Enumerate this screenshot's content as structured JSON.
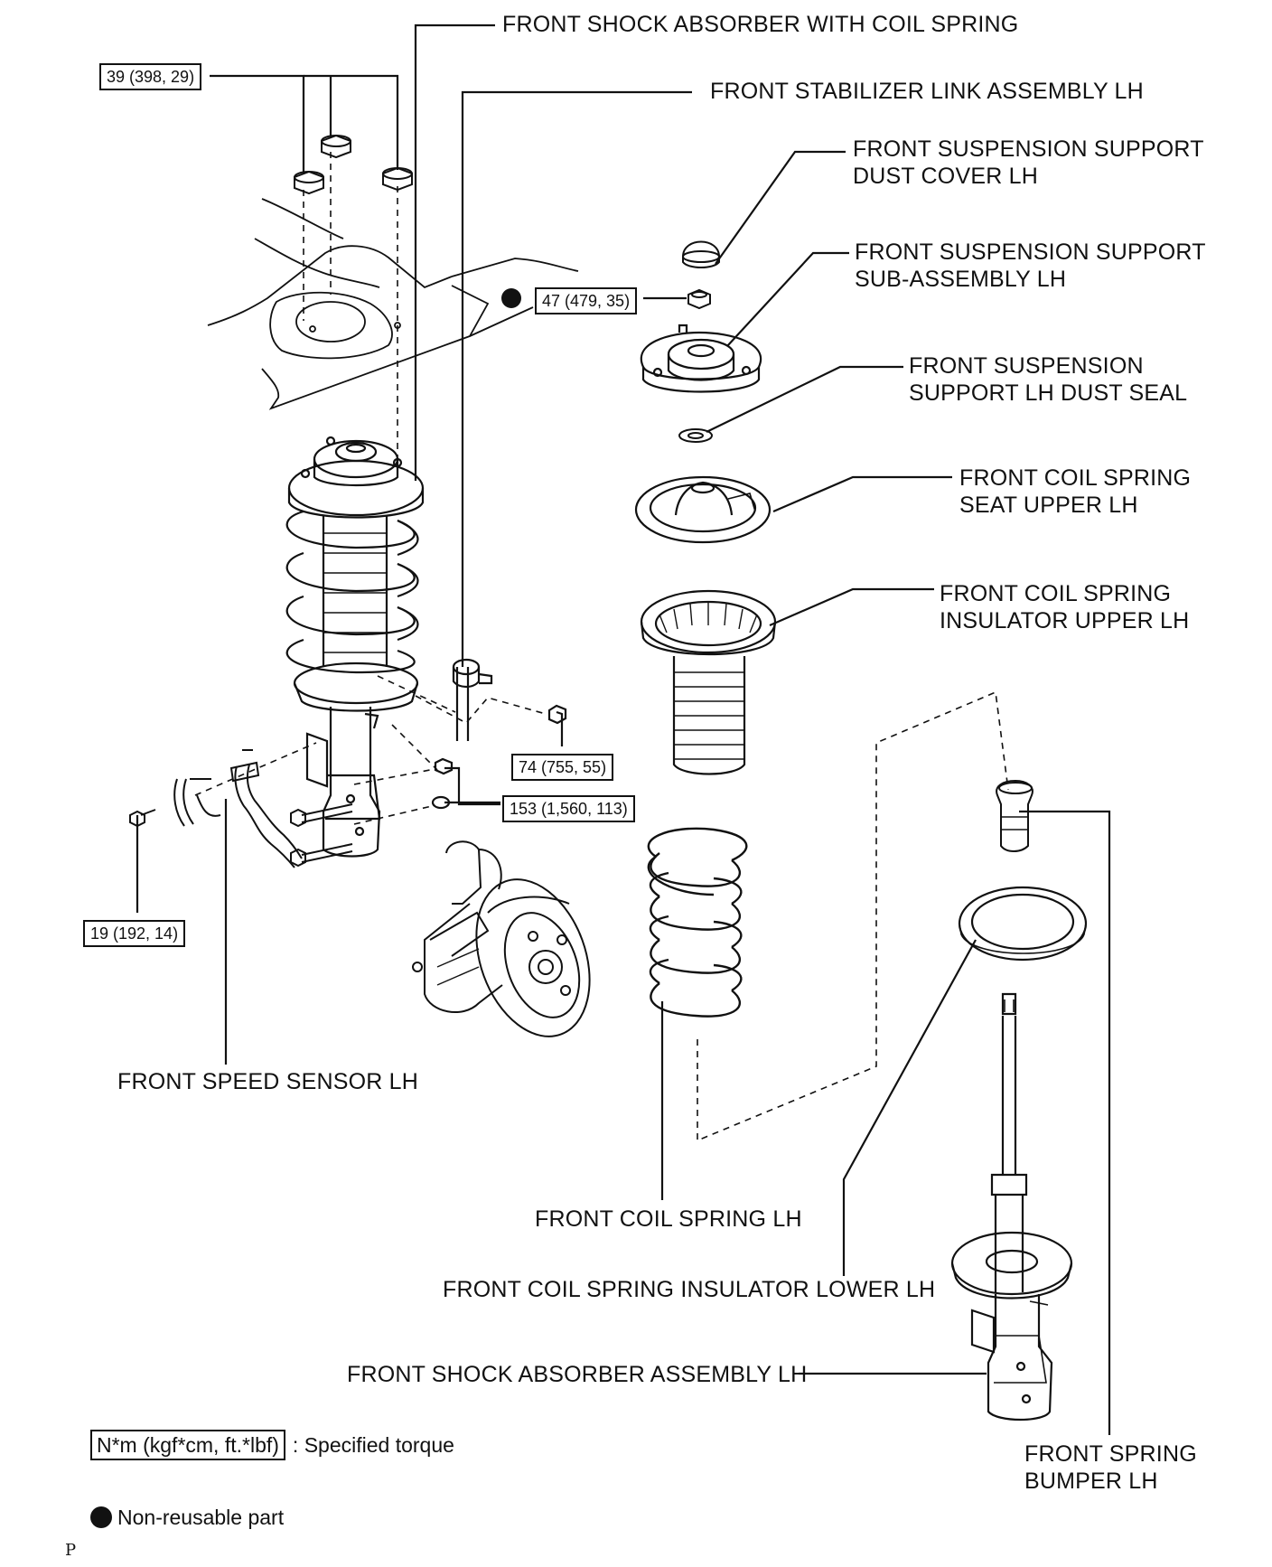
{
  "labels": {
    "shock_with_spring": "FRONT SHOCK ABSORBER WITH COIL SPRING",
    "stabilizer_link": "FRONT STABILIZER LINK ASSEMBLY LH",
    "dust_cover_1": "FRONT SUSPENSION SUPPORT",
    "dust_cover_2": "DUST COVER LH",
    "support_sub_1": "FRONT SUSPENSION SUPPORT",
    "support_sub_2": "SUB-ASSEMBLY LH",
    "dust_seal_1": "FRONT SUSPENSION",
    "dust_seal_2": "SUPPORT LH DUST SEAL",
    "seat_upper_1": "FRONT COIL SPRING",
    "seat_upper_2": "SEAT UPPER LH",
    "insulator_upper_1": "FRONT COIL SPRING",
    "insulator_upper_2": "INSULATOR UPPER LH",
    "speed_sensor": "FRONT SPEED SENSOR LH",
    "coil_spring": "FRONT COIL SPRING LH",
    "insulator_lower": "FRONT COIL SPRING INSULATOR LOWER LH",
    "shock_assembly": "FRONT SHOCK ABSORBER ASSEMBLY LH",
    "bumper_1": "FRONT SPRING",
    "bumper_2": "BUMPER LH"
  },
  "torques": {
    "t39": "39 (398, 29)",
    "t47": "47 (479, 35)",
    "t74": "74 (755, 55)",
    "t153": "153 (1,560, 113)",
    "t19": "19 (192, 14)"
  },
  "legend": {
    "unit_box": "N*m (kgf*cm, ft.*lbf)",
    "unit_text": ": Specified torque",
    "nonreusable": "Non-reusable part"
  },
  "footer_mark": "P"
}
